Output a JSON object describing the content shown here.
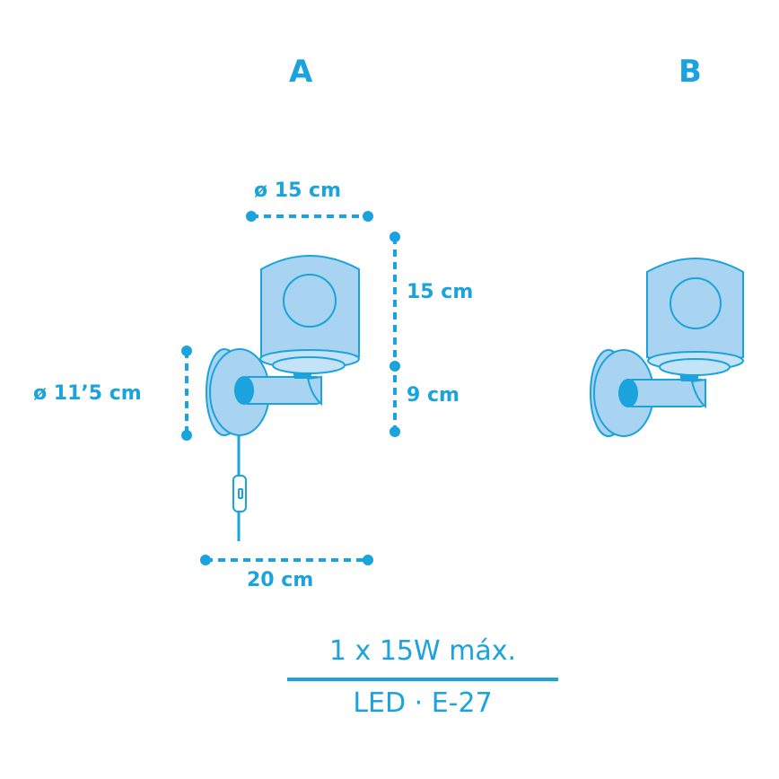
{
  "variants": [
    {
      "label": "A"
    },
    {
      "label": "B"
    }
  ],
  "dimensions": {
    "shade_diameter": "ø 15 cm",
    "shade_height": "15 cm",
    "arm_height": "9 cm",
    "base_diameter": "ø 11’5 cm",
    "total_depth": "20 cm"
  },
  "specs": {
    "power": "1 x 15W máx.",
    "bulb": "LED · E-27"
  },
  "colors": {
    "accent": "#1aa3dc",
    "fill_light": "#a8d4f2",
    "fill_lighter": "#c5e3f7"
  }
}
